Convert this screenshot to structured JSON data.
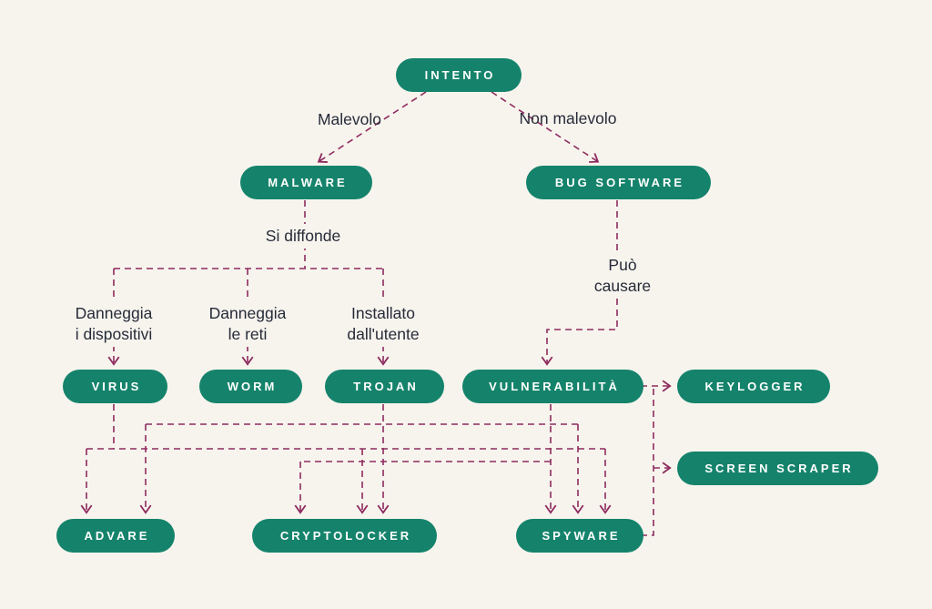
{
  "diagram": {
    "colors": {
      "background": "#f7f4ee",
      "node": "#15836b",
      "line": "#8e2b5e",
      "text": "#262b38"
    },
    "nodes": {
      "intento": "INTENTO",
      "malware": "MALWARE",
      "bug_software": "BUG SOFTWARE",
      "virus": "VIRUS",
      "worm": "WORM",
      "trojan": "TROJAN",
      "vulnerabilita": "VULNERABILITÀ",
      "keylogger": "KEYLOGGER",
      "screen_scraper": "SCREEN SCRAPER",
      "advare": "ADVARE",
      "cryptolocker": "CRYPTOLOCKER",
      "spyware": "SPYWARE"
    },
    "edge_labels": {
      "malevolo": "Malevolo",
      "non_malevolo": "Non malevolo",
      "si_diffonde": "Si diffonde",
      "puo_causare": "Può\ncausare",
      "danneggia_dispositivi": "Danneggia\ni dispositivi",
      "danneggia_reti": "Danneggia\nle reti",
      "installato_utente": "Installato\ndall'utente"
    },
    "edges": [
      {
        "from": "intento",
        "to": "malware",
        "label": "Malevolo"
      },
      {
        "from": "intento",
        "to": "bug_software",
        "label": "Non malevolo"
      },
      {
        "from": "malware",
        "to": "virus",
        "via": "Si diffonde",
        "label": "Danneggia i dispositivi"
      },
      {
        "from": "malware",
        "to": "worm",
        "via": "Si diffonde",
        "label": "Danneggia le reti"
      },
      {
        "from": "malware",
        "to": "trojan",
        "via": "Si diffonde",
        "label": "Installato dall'utente"
      },
      {
        "from": "bug_software",
        "to": "vulnerabilita",
        "label": "Può causare"
      },
      {
        "from": "virus",
        "to": "advare"
      },
      {
        "from": "virus",
        "to": "cryptolocker"
      },
      {
        "from": "virus",
        "to": "spyware"
      },
      {
        "from": "trojan",
        "to": "advare"
      },
      {
        "from": "trojan",
        "to": "cryptolocker"
      },
      {
        "from": "trojan",
        "to": "spyware"
      },
      {
        "from": "vulnerabilita",
        "to": "cryptolocker"
      },
      {
        "from": "vulnerabilita",
        "to": "spyware"
      },
      {
        "from": "spyware",
        "to": "keylogger"
      },
      {
        "from": "spyware",
        "to": "screen_scraper"
      }
    ]
  }
}
